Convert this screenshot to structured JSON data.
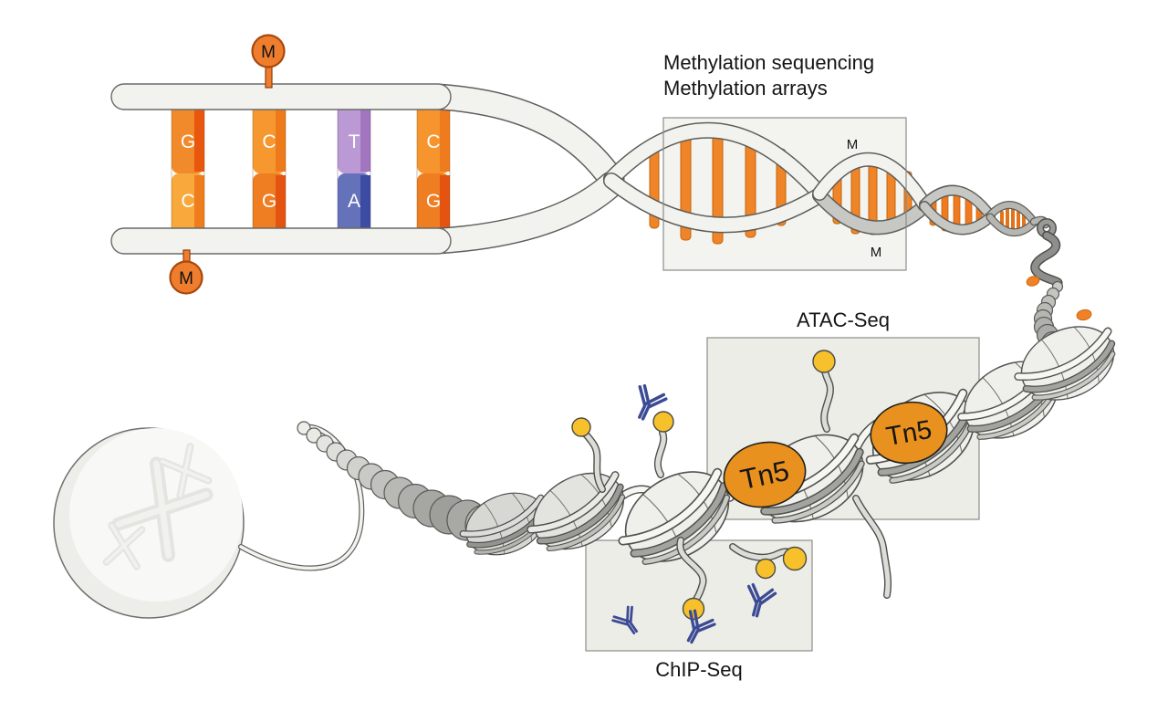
{
  "figure": {
    "description": "Epigenetics assay overview diagram: DNA methylation, chromatin accessibility and histone modification profiling methods"
  },
  "dna_ladder": {
    "base_pairs": [
      {
        "top": "G",
        "bottom": "C"
      },
      {
        "top": "C",
        "bottom": "G"
      },
      {
        "top": "T",
        "bottom": "A"
      },
      {
        "top": "C",
        "bottom": "G"
      }
    ],
    "methyl_badges": [
      "M",
      "M"
    ]
  },
  "methylation": {
    "title_line1": "Methylation sequencing",
    "title_line2": "Methylation arrays",
    "m_marks": [
      "M",
      "M"
    ]
  },
  "atac": {
    "label": "ATAC-Seq",
    "tn5_labels": [
      "Tn5",
      "Tn5"
    ]
  },
  "chip": {
    "label": "ChIP-Seq"
  },
  "palette": {
    "rung_orange": "#F08428",
    "rung_orange_dark": "#E9560D",
    "rung_purple": "#BB99D4",
    "rung_blue": "#6472BA",
    "methyl_badge_orange": "#EE7D2E",
    "tn5_orange": "#E9911F",
    "modification_yellow": "#F7C12B",
    "antibody_blue": "#3D4B95",
    "strand_ivory": "#F2F2EE",
    "strand_gray": "#C7C7C3",
    "nucleosome_fill": "#EFEFEB",
    "box_fill": "#EDEDE7",
    "box_stroke": "#8C8C8A",
    "text_color": "#151515"
  }
}
